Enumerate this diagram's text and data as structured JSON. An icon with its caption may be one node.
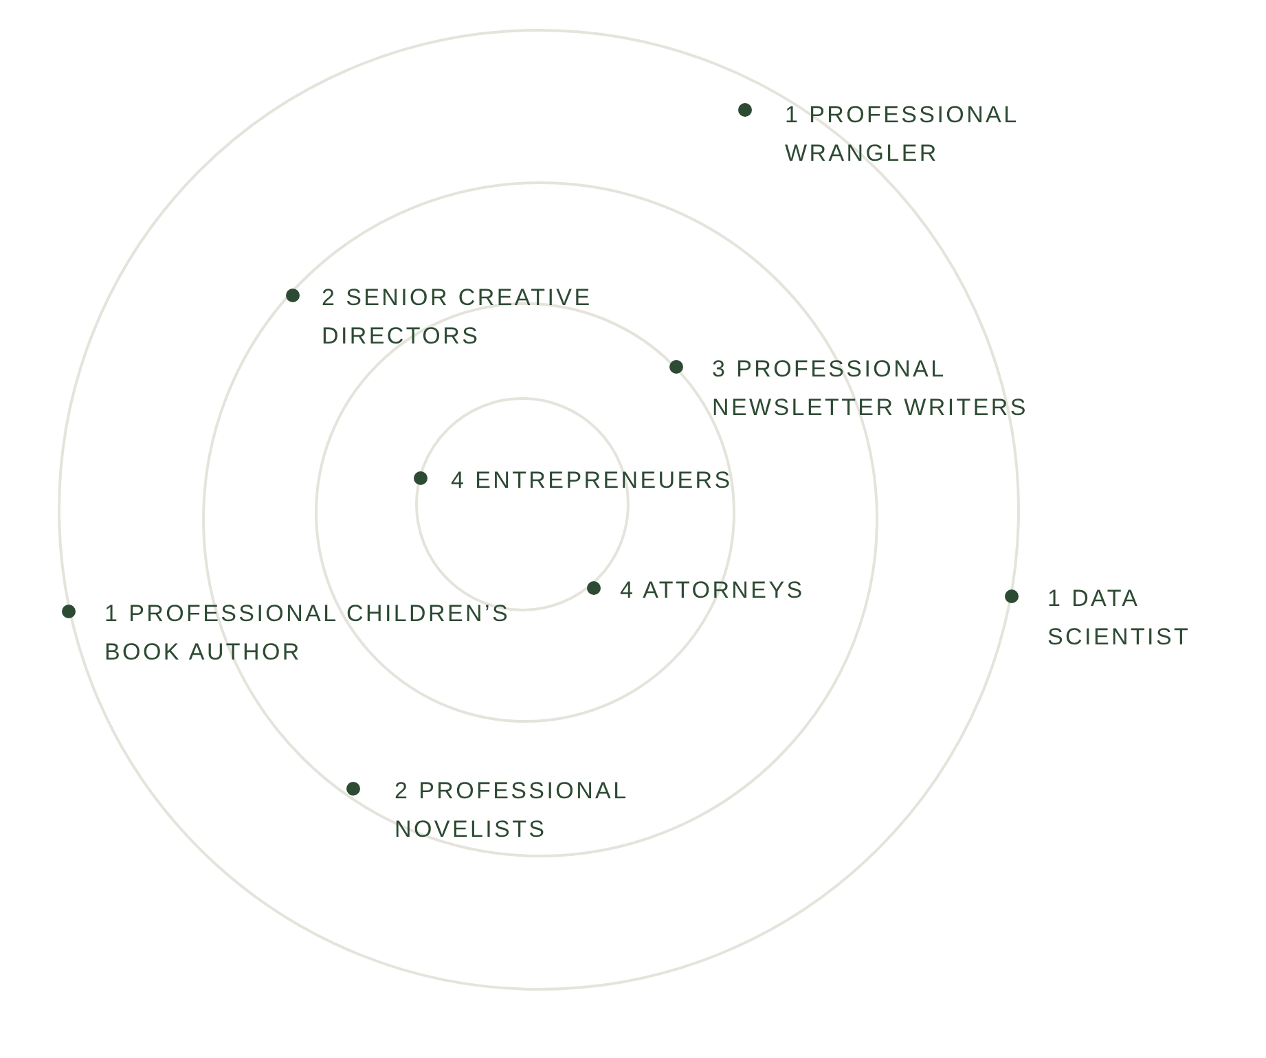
{
  "diagram": {
    "labels": [
      "1 PROFESSIONAL WRANGLER",
      "2 SENIOR CREATIVE DIRECTORS",
      "3 PROFESSIONAL NEWSLETTER WRITERS",
      "4 ENTREPRENEUERS",
      "4 ATTORNEYS",
      "1 PROFESSIONAL CHILDREN’S BOOK AUTHOR",
      "1 DATA SCIENTIST",
      "2 PROFESSIONAL NOVELISTS"
    ]
  }
}
